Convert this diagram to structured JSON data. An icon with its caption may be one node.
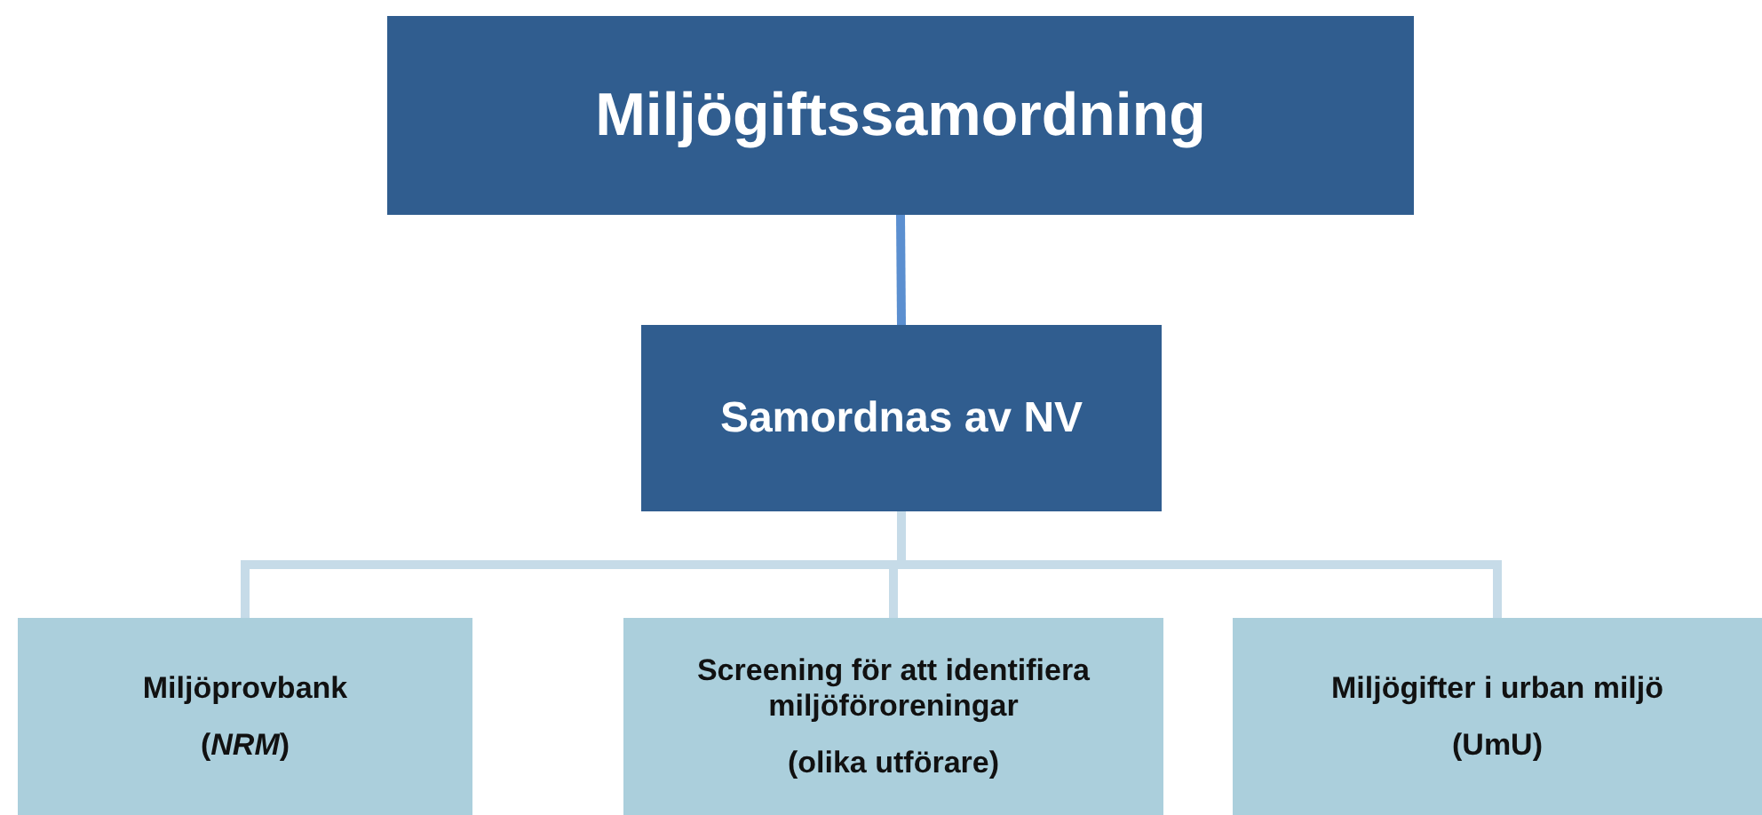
{
  "diagram": {
    "nodes": [
      {
        "text": [
          "Miljögiftssamordning"
        ]
      },
      {
        "text": [
          "Samordnas av NV"
        ]
      },
      {
        "text": [
          "Miljöprovbank",
          "(*NRM*)"
        ]
      },
      {
        "text": [
          "Screening för att identifiera miljöföroreningar",
          "(olika utförare)"
        ]
      },
      {
        "text": [
          "Miljögifter i urban miljö",
          "(UmU)"
        ]
      }
    ],
    "edges": [
      {
        "from": 0,
        "to": 1,
        "arrow": "none",
        "color": "#5b8fd0"
      },
      {
        "from": 1,
        "to": 2,
        "arrow": "none"
      },
      {
        "from": 1,
        "to": 3,
        "arrow": "none"
      },
      {
        "from": 1,
        "to": 4,
        "arrow": "none"
      }
    ]
  }
}
